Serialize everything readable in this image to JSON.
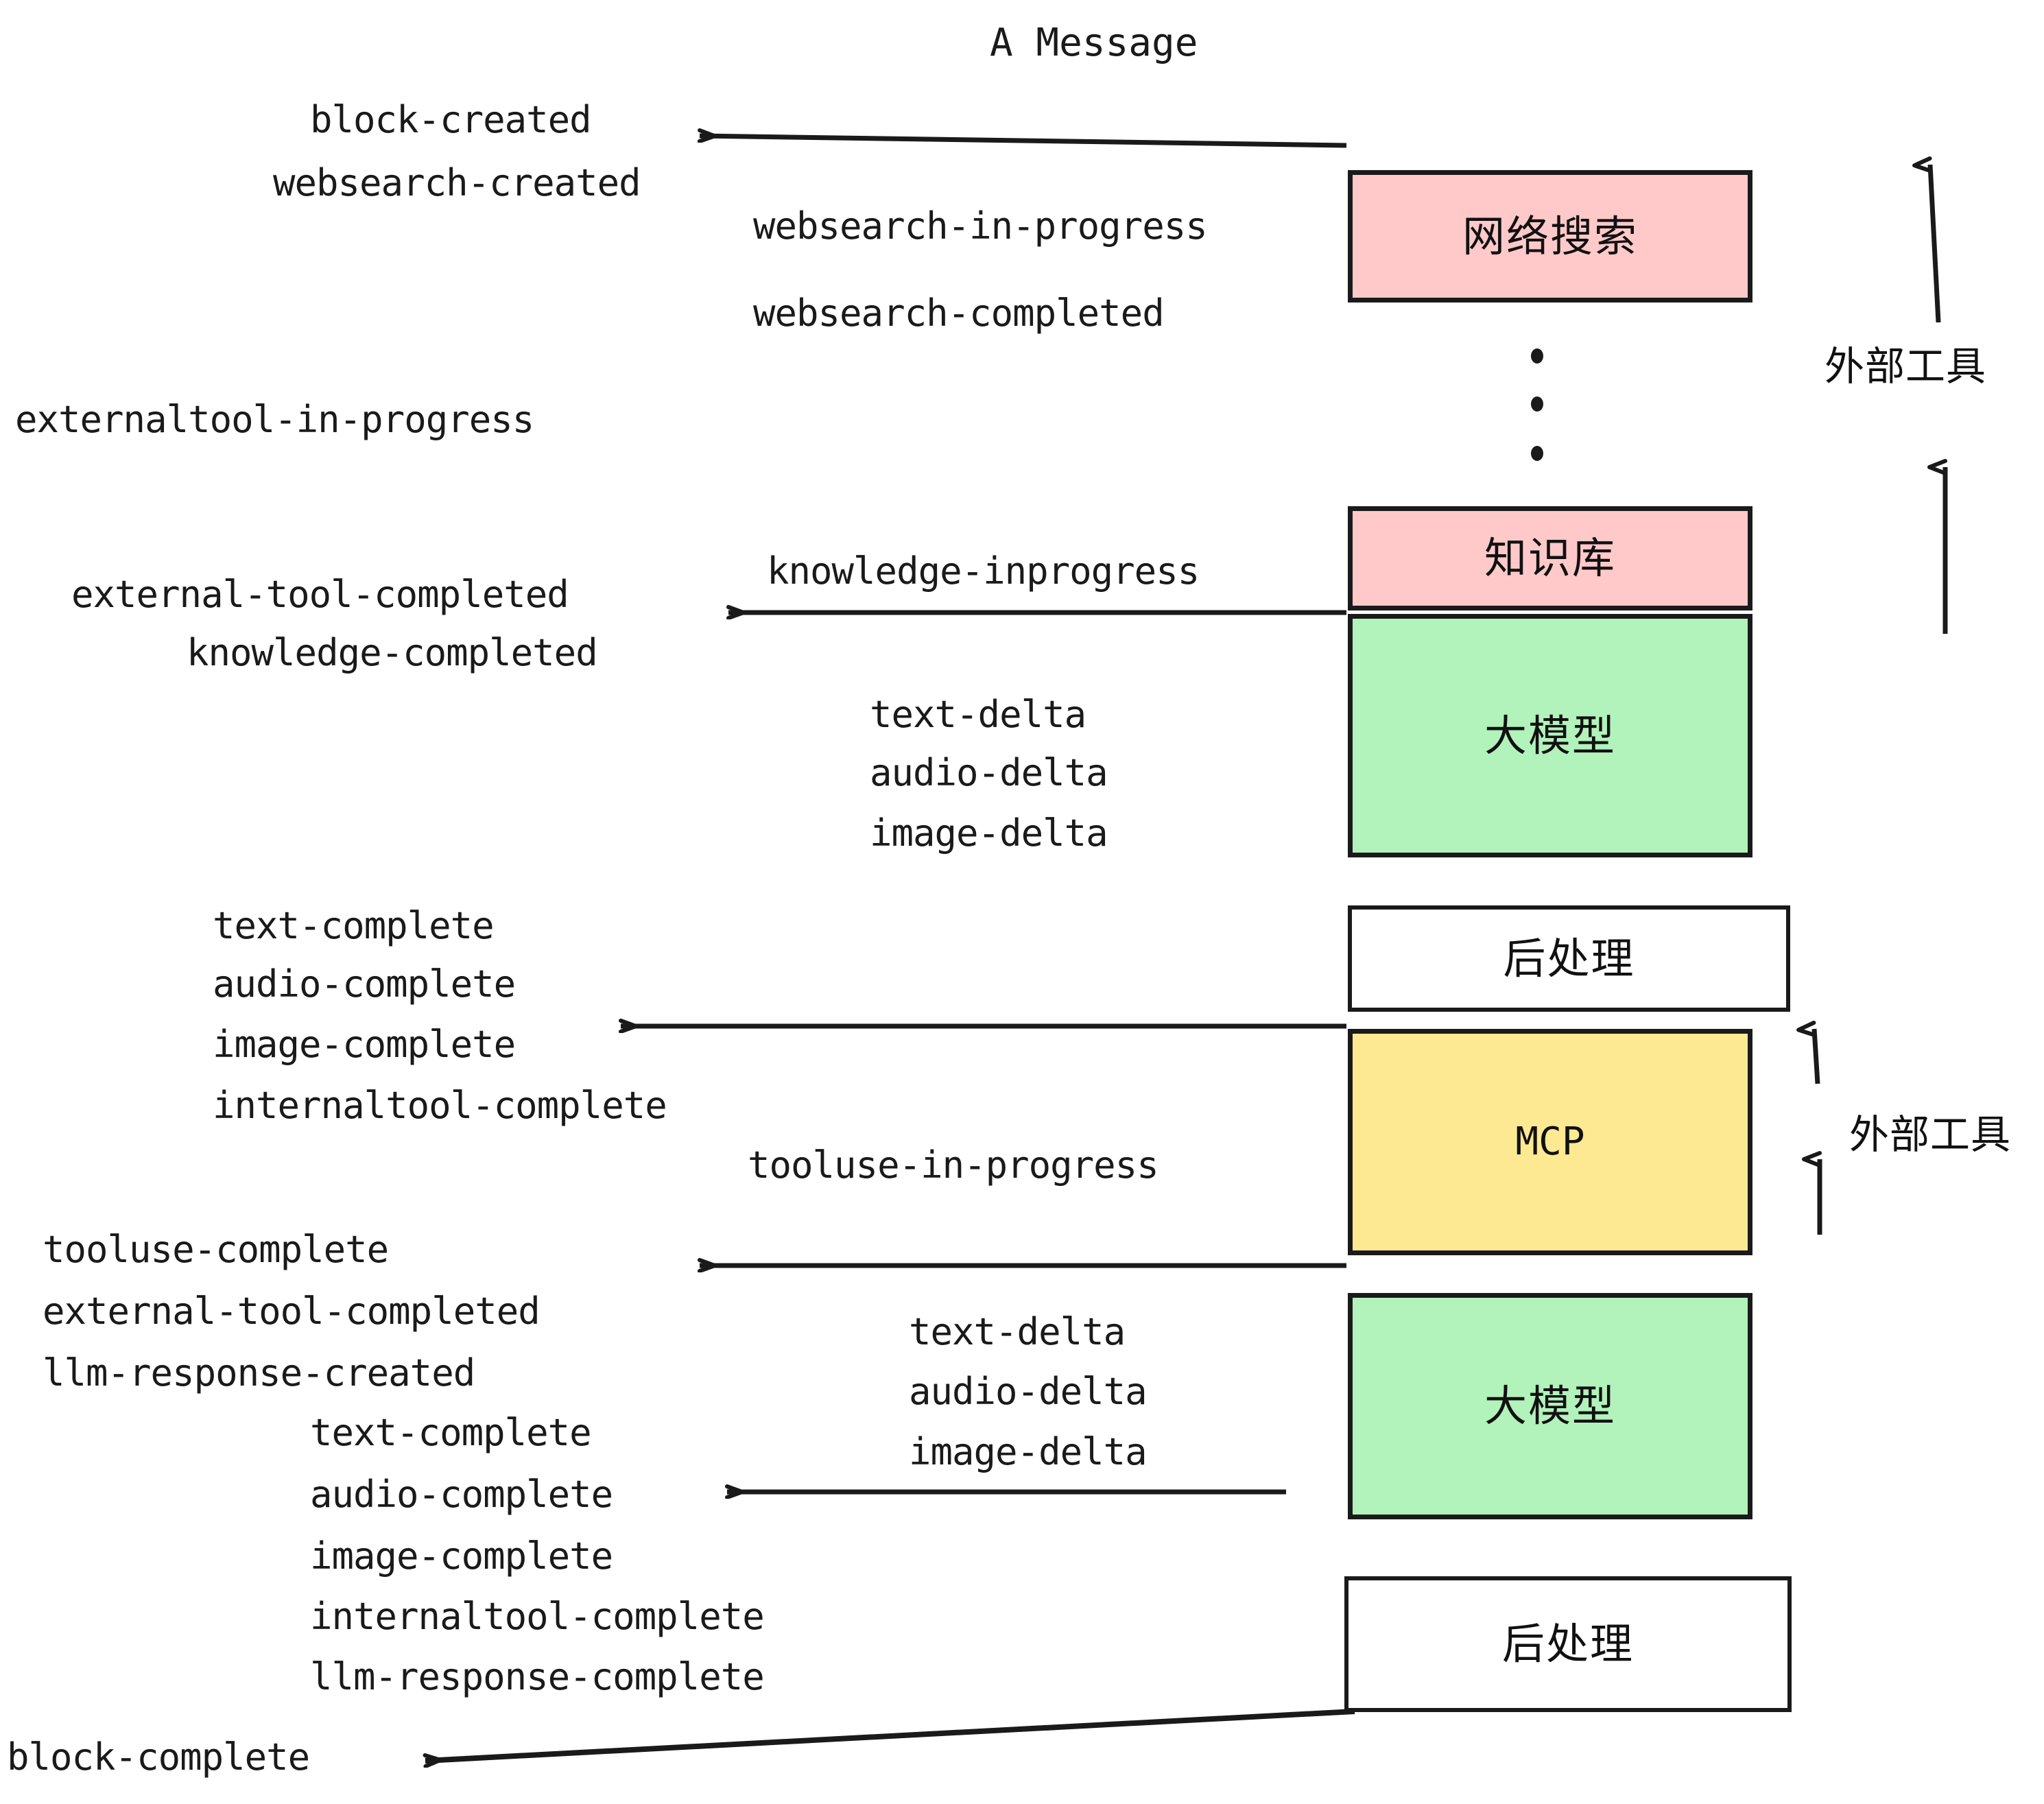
{
  "title": "A Message",
  "nodes": [
    {
      "id": "websearch",
      "label": "网络搜索",
      "fill": "#FFC9C9",
      "latin": false
    },
    {
      "id": "knowledge",
      "label": "知识库",
      "fill": "#FFC9C9",
      "latin": false
    },
    {
      "id": "llm-top",
      "label": "大模型",
      "fill": "#B2F2BB",
      "latin": false
    },
    {
      "id": "post-top",
      "label": "后处理",
      "fill": "#FFFFFF",
      "latin": false
    },
    {
      "id": "mcp",
      "label": "MCP",
      "fill": "#FDE992",
      "latin": true
    },
    {
      "id": "llm-bottom",
      "label": "大模型",
      "fill": "#B2F2BB",
      "latin": false
    },
    {
      "id": "post-bottom",
      "label": "后处理",
      "fill": "#FFFFFF",
      "latin": false
    }
  ],
  "side_labels": [
    {
      "id": "external-tools-top",
      "text": "外部工具"
    },
    {
      "id": "external-tools-bottom",
      "text": "外部工具"
    }
  ],
  "events": [
    {
      "id": "block-created",
      "text": "block-created"
    },
    {
      "id": "websearch-created",
      "text": "websearch-created"
    },
    {
      "id": "websearch-in-progress",
      "text": "websearch-in-progress"
    },
    {
      "id": "websearch-completed",
      "text": "websearch-completed"
    },
    {
      "id": "externaltool-in-progress",
      "text": "externaltool-in-progress"
    },
    {
      "id": "knowledge-inprogress",
      "text": "knowledge-inprogress"
    },
    {
      "id": "external-tool-completed-1",
      "text": "external-tool-completed"
    },
    {
      "id": "knowledge-completed",
      "text": "knowledge-completed"
    },
    {
      "id": "text-delta-1",
      "text": "text-delta"
    },
    {
      "id": "audio-delta-1",
      "text": "audio-delta"
    },
    {
      "id": "image-delta-1",
      "text": "image-delta"
    },
    {
      "id": "text-complete-1",
      "text": "text-complete"
    },
    {
      "id": "audio-complete-1",
      "text": "audio-complete"
    },
    {
      "id": "image-complete-1",
      "text": "image-complete"
    },
    {
      "id": "internaltool-complete-1",
      "text": "internaltool-complete"
    },
    {
      "id": "tooluse-in-progress",
      "text": "tooluse-in-progress"
    },
    {
      "id": "tooluse-complete",
      "text": "tooluse-complete"
    },
    {
      "id": "external-tool-completed-2",
      "text": "external-tool-completed"
    },
    {
      "id": "llm-response-created",
      "text": "llm-response-created"
    },
    {
      "id": "text-delta-2",
      "text": "text-delta"
    },
    {
      "id": "audio-delta-2",
      "text": "audio-delta"
    },
    {
      "id": "image-delta-2",
      "text": "image-delta"
    },
    {
      "id": "text-complete-2",
      "text": "text-complete"
    },
    {
      "id": "audio-complete-2",
      "text": "audio-complete"
    },
    {
      "id": "image-complete-2",
      "text": "image-complete"
    },
    {
      "id": "internaltool-complete-2",
      "text": "internaltool-complete"
    },
    {
      "id": "llm-response-complete",
      "text": "llm-response-complete"
    },
    {
      "id": "block-complete",
      "text": "block-complete"
    }
  ],
  "colors": {
    "pink": "#FFC9C9",
    "green": "#B2F2BB",
    "yellow": "#FDE992",
    "white": "#FFFFFF",
    "stroke": "#1a1a1a",
    "text": "#1a1a1a"
  }
}
